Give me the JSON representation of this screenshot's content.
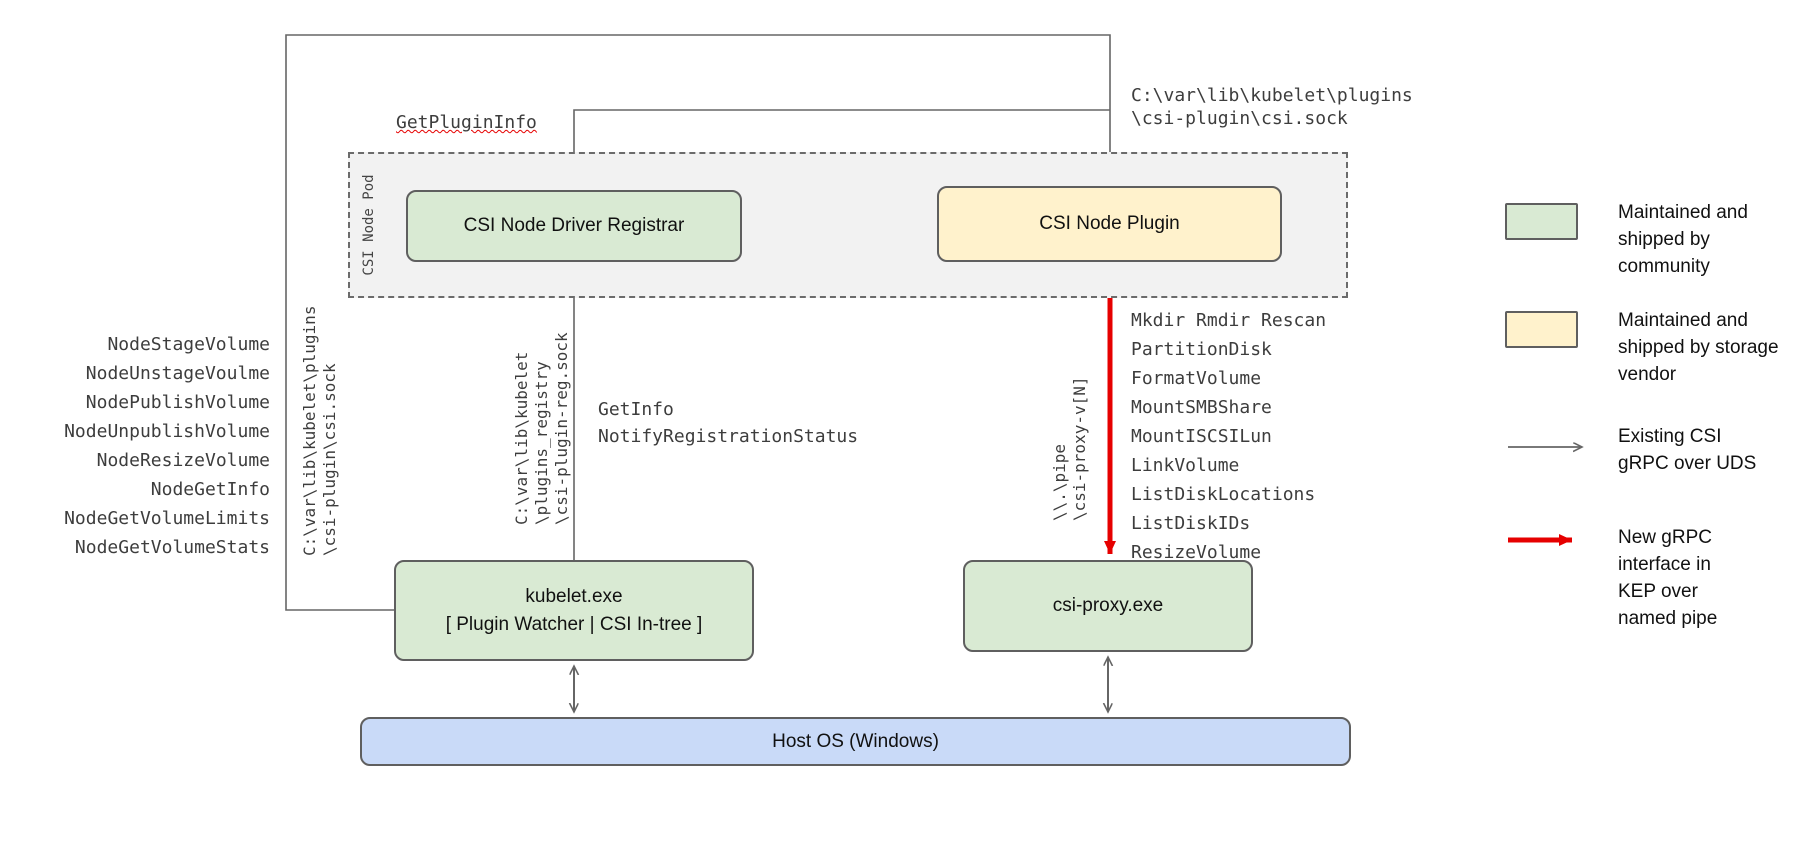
{
  "colors": {
    "community_green": "#d9ead3",
    "vendor_yellow": "#fff2cc",
    "host_blue": "#c9daf8",
    "pod_gray": "#f2f2f2",
    "line_gray": "#666666",
    "new_grpc_red": "#e60000"
  },
  "pod": {
    "label": "CSI Node Pod",
    "registrar_label": "CSI Node Driver Registrar",
    "plugin_label": "CSI Node Plugin"
  },
  "nodes": {
    "kubelet_line1": "kubelet.exe",
    "kubelet_line2": "[ Plugin Watcher | CSI In-tree ]",
    "csi_proxy": "csi-proxy.exe",
    "host_os": "Host OS (Windows)"
  },
  "labels": {
    "get_plugin_info": "GetPluginInfo",
    "csi_sock_top": [
      "C:\\var\\lib\\kubelet\\plugins",
      "\\csi-plugin\\csi.sock"
    ],
    "csi_sock_left": [
      "C:\\var\\lib\\kubelet\\plugins",
      "\\csi-plugin\\csi.sock"
    ],
    "reg_sock": [
      "C:\\var\\lib\\kubelet",
      "\\plugins_registry",
      "\\csi-plugin-reg.sock"
    ],
    "named_pipe": [
      "\\\\.\\pipe",
      "\\csi-proxy-v[N]"
    ],
    "registration": [
      "GetInfo",
      "NotifyRegistrationStatus"
    ]
  },
  "node_methods": [
    "NodeStageVolume",
    "NodeUnstageVoulme",
    "NodePublishVolume",
    "NodeUnpublishVolume",
    "NodeResizeVolume",
    "NodeGetInfo",
    "NodeGetVolumeLimits",
    "NodeGetVolumeStats"
  ],
  "proxy_methods": [
    "Mkdir Rmdir Rescan",
    "PartitionDisk",
    "FormatVolume",
    "MountSMBShare",
    "MountISCSILun",
    "LinkVolume",
    "ListDiskLocations",
    "ListDiskIDs",
    "ResizeVolume"
  ],
  "legend": {
    "community": "Maintained and shipped by community",
    "vendor": "Maintained and shipped by storage vendor",
    "existing_grpc": "Existing CSI gRPC over UDS",
    "new_grpc": "New gRPC interface in KEP over named pipe"
  }
}
